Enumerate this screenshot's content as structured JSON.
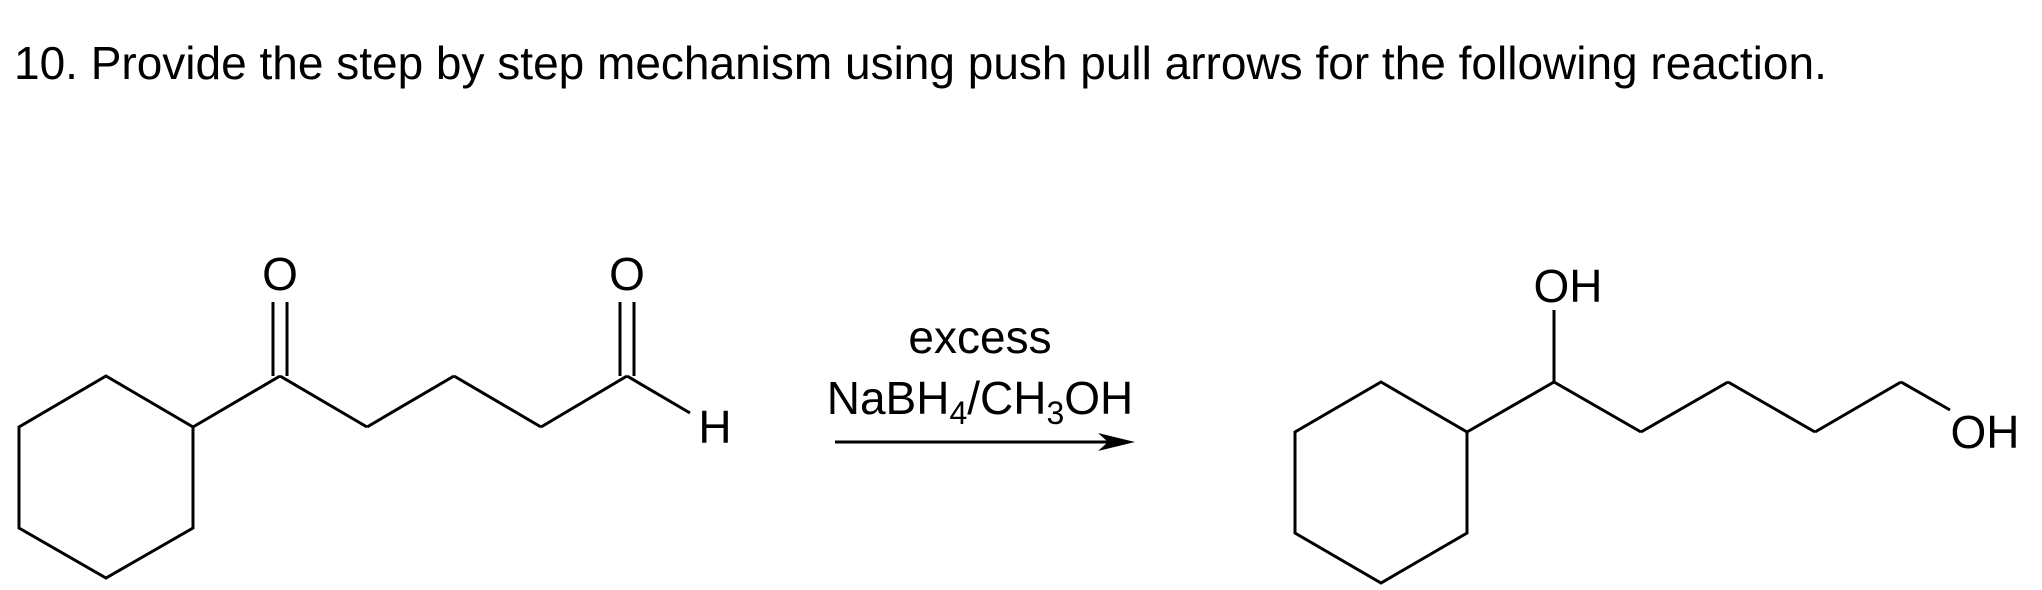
{
  "question": {
    "text": "10. Provide the step by step mechanism using push pull arrows for the following reaction."
  },
  "reactant": {
    "ketone_oxygen": "O",
    "aldehyde_oxygen": "O",
    "aldehyde_hydrogen": "H"
  },
  "conditions": {
    "line1": "excess",
    "reagent_parts": [
      "NaBH",
      "4",
      "/CH",
      "3",
      "OH"
    ]
  },
  "product": {
    "secondary_oh": "OH",
    "terminal_oh": "OH"
  }
}
